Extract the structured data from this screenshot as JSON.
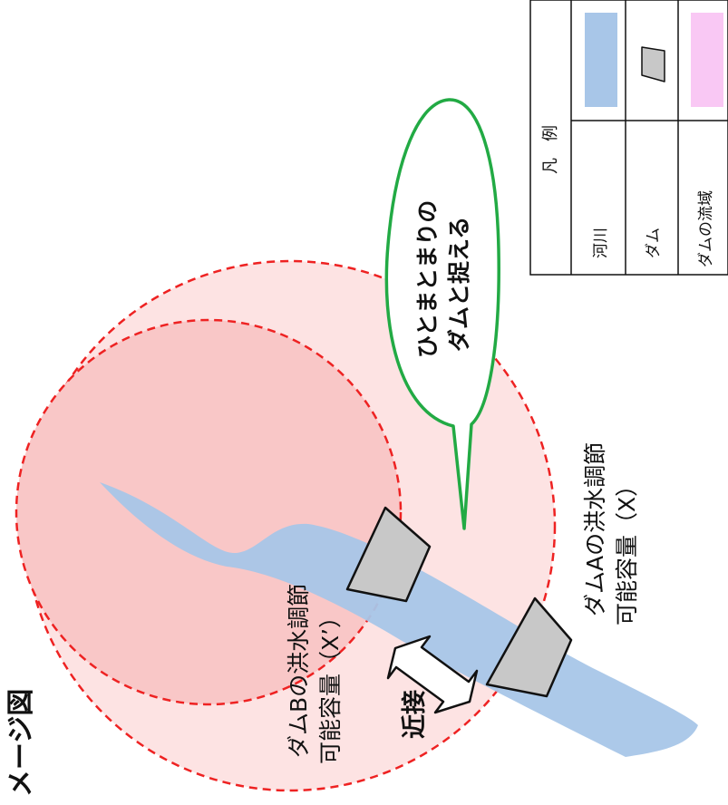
{
  "title": "メージ図",
  "legend": {
    "header": "凡　例",
    "items": [
      {
        "label": "河川",
        "swatch": "river",
        "color": "#a8c6e8"
      },
      {
        "label": "ダム",
        "swatch": "dam",
        "color": "#c8c8c8"
      },
      {
        "label": "ダムの流域",
        "swatch": "basin",
        "color": "#f9c8f4"
      }
    ]
  },
  "bubble": {
    "line1": "ひとまとまりの",
    "line2": "ダムと捉える",
    "color": "#22aa44"
  },
  "dam_a": {
    "line1": "ダムAの洪水調節",
    "line2": "可能容量（X）"
  },
  "dam_b": {
    "line1": "ダムBの洪水調節",
    "line2": "可能容量（X’）"
  },
  "proximity": "近接",
  "colors": {
    "river": "#a8c6e8",
    "dam_fill": "#c8c8c8",
    "basin_a_fill": "#fde3e3",
    "basin_b_fill": "#f9c7c7",
    "dashed_circle": "#ee2222",
    "bubble_stroke": "#22aa44"
  }
}
